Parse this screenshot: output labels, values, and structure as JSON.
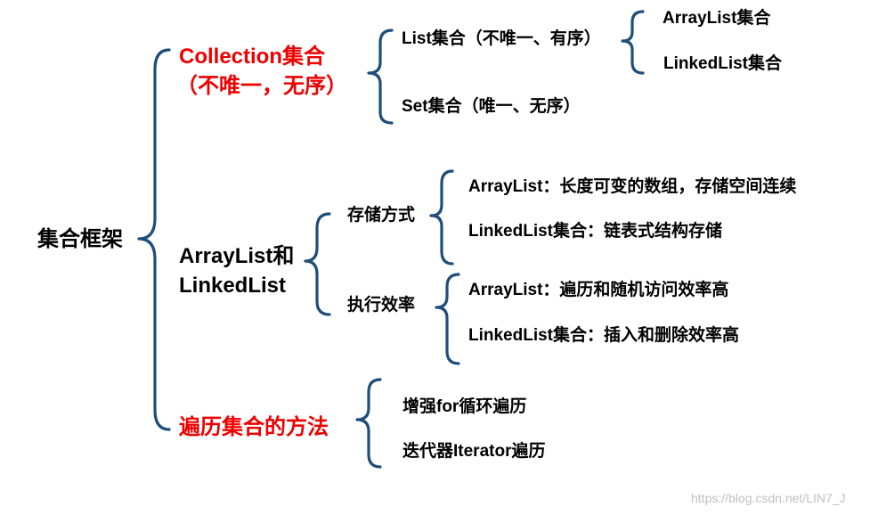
{
  "colors": {
    "bracket": "#1f4e79",
    "accent": "#ee0000",
    "text": "#000000",
    "watermark": "#c0c0c0"
  },
  "root": "集合框架",
  "collection": {
    "label_line1": "Collection集合",
    "label_line2": "（不唯一，无序）",
    "list": {
      "label": "List集合（不唯一、有序）",
      "children": [
        "ArrayList集合",
        "LinkedList集合"
      ]
    },
    "set": {
      "label": "Set集合（唯一、无序）"
    }
  },
  "compare": {
    "label_line1": "ArrayList和",
    "label_line2": "LinkedList",
    "storage": {
      "label": "存储方式",
      "items": [
        "ArrayList：长度可变的数组，存储空间连续",
        "LinkedList集合：链表式结构存储"
      ]
    },
    "efficiency": {
      "label": "执行效率",
      "items": [
        "ArrayList：遍历和随机访问效率高",
        "LinkedList集合：插入和删除效率高"
      ]
    }
  },
  "traverse": {
    "label": "遍历集合的方法",
    "items": [
      "增强for循环遍历",
      "迭代器Iterator遍历"
    ]
  },
  "watermark": "https://blog.csdn.net/LIN7_J"
}
